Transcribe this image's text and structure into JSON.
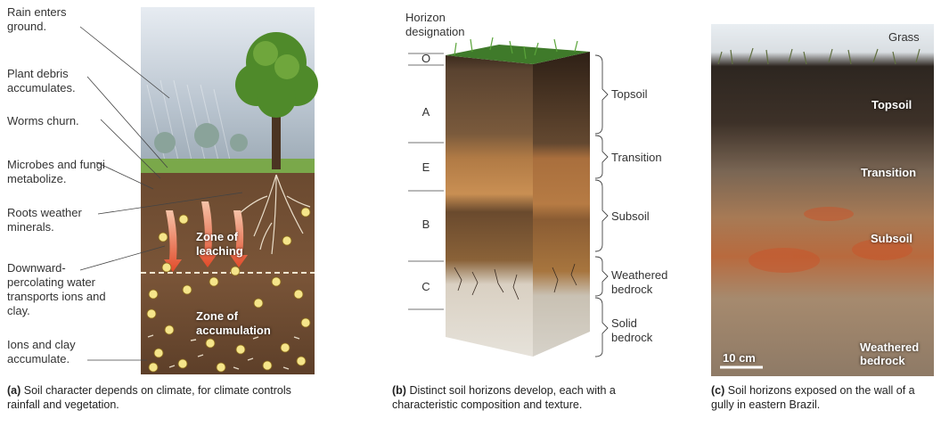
{
  "panel_a": {
    "labels": {
      "rain": "Rain enters ground.",
      "debris": "Plant debris accumulates.",
      "worms": "Worms churn.",
      "microbes": "Microbes and fungi metabolize.",
      "roots": "Roots weather minerals.",
      "downward": "Downward-percolating water transports ions and clay.",
      "ions": "Ions and clay accumulate."
    },
    "zone_leaching": "Zone of leaching",
    "zone_accumulation": "Zone of accumulation",
    "caption_bold": "(a)",
    "caption_text": "Soil character depends on climate, for climate controls rainfall and vegetation."
  },
  "panel_b": {
    "title": "Horizon designation",
    "horizons": [
      "O",
      "A",
      "E",
      "B",
      "C"
    ],
    "brackets": [
      "Topsoil",
      "Transition",
      "Subsoil",
      "Weathered bedrock",
      "Solid bedrock"
    ],
    "caption_bold": "(b)",
    "caption_text": "Distinct soil horizons develop, each with a characteristic composition and texture."
  },
  "panel_c": {
    "overlay": {
      "grass": "Grass",
      "topsoil": "Topsoil",
      "transition": "Transition",
      "subsoil": "Subsoil",
      "weathered": "Weathered bedrock",
      "scale": "10 cm"
    },
    "caption_bold": "(c)",
    "caption_text": "Soil horizons exposed on the wall of a gully in eastern Brazil."
  }
}
